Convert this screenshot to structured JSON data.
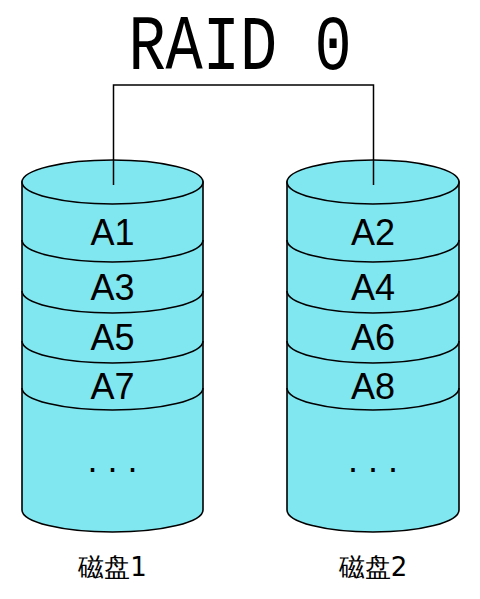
{
  "diagram": {
    "title": "RAID 0",
    "nodes": [
      {
        "text": [
          "磁盘1"
        ]
      },
      {
        "text": [
          "A1"
        ],
        "in": 0
      },
      {
        "text": [
          "A3"
        ],
        "in": 0
      },
      {
        "text": [
          "A5"
        ],
        "in": 0
      },
      {
        "text": [
          "A7"
        ],
        "in": 0
      },
      {
        "text": [
          ". . ."
        ],
        "in": 0
      },
      {
        "text": [
          "磁盘2"
        ]
      },
      {
        "text": [
          "A2"
        ],
        "in": 6
      },
      {
        "text": [
          "A4"
        ],
        "in": 6
      },
      {
        "text": [
          "A6"
        ],
        "in": 6
      },
      {
        "text": [
          "A8"
        ],
        "in": 6
      },
      {
        "text": [
          ". . ."
        ],
        "in": 6
      }
    ],
    "edges": [
      {
        "from": 0,
        "to": 6,
        "arrow": "none"
      }
    ]
  }
}
